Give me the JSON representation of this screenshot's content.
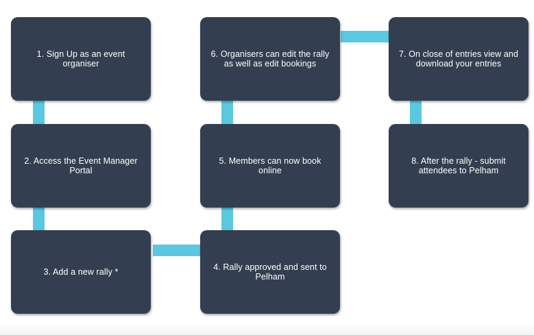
{
  "colors": {
    "box_fill": "#333f50",
    "box_text": "#ffffff",
    "connector": "#5bc8e0",
    "background": "#ffffff"
  },
  "steps": [
    {
      "label": "1. Sign Up as an event organiser"
    },
    {
      "label": "2. Access the Event Manager Portal"
    },
    {
      "label": "3. Add a new rally *"
    },
    {
      "label": "4. Rally approved and sent to Pelham"
    },
    {
      "label": "5. Members can now book online"
    },
    {
      "label": "6. Organisers  can edit the rally as well as  edit bookings"
    },
    {
      "label": "7. On close of entries view and download your entries"
    },
    {
      "label": "8. After the rally - submit attendees to Pelham"
    }
  ]
}
